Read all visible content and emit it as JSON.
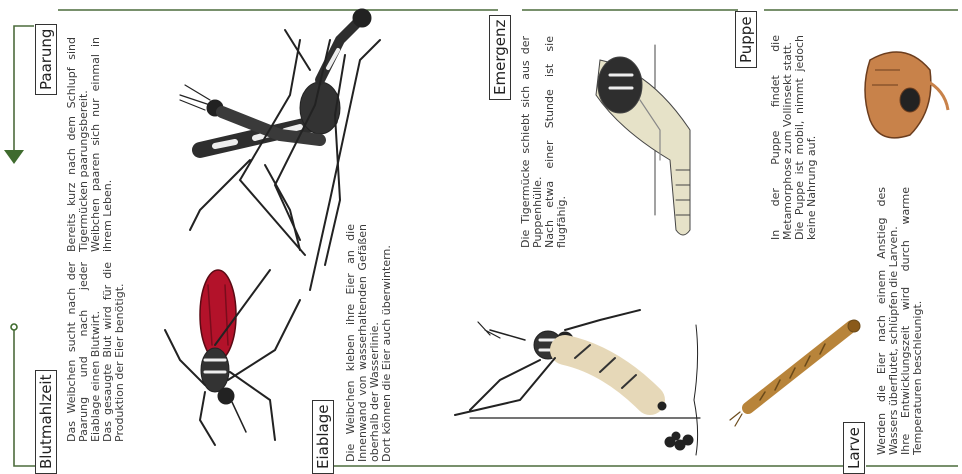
{
  "stages": [
    {
      "id": "paarung",
      "label": "Paarung",
      "paragraphs": [
        "Bereits kurz nach dem Schlupf sind Tigermücken paarungsbereit.",
        "Weibchen paaren sich nur einmal in ihrem Leben."
      ]
    },
    {
      "id": "blutmahlzeit",
      "label": "Blutmahlzeit",
      "paragraphs": [
        "Das Weibchen sucht nach der Paarung und nach jeder Eiablage einen Blutwirt.",
        "Das gesaugte Blut wird für die Produktion der Eier benötigt."
      ]
    },
    {
      "id": "eiablage",
      "label": "Eiablage",
      "paragraphs": [
        "Die Weibchen kleben ihre Eier an die Innenwand von wasserhaltenden Gefäßen oberhalb der Wasserlinie.",
        "Dort können die Eier auch überwintern."
      ]
    },
    {
      "id": "emergenz",
      "label": "Emergenz",
      "paragraphs": [
        "Die Tigermücke schiebt sich aus der Puppenhülle.",
        "Nach etwa einer Stunde ist sie flugfähig."
      ]
    },
    {
      "id": "puppe",
      "label": "Puppe",
      "paragraphs": [
        "In der Puppe findet die Metamorphose zum Vollinsekt statt.",
        "Die Puppe ist mobil, nimmt jedoch keine Nahrung auf."
      ]
    },
    {
      "id": "larve",
      "label": "Larve",
      "paragraphs": [
        "Werden die Eier nach einem Anstieg des Wassers überflutet, schlüpfen die Larven.",
        "Ihre Entwicklungszeit wird durch warme Temperaturen beschleunigt."
      ]
    }
  ],
  "colors": {
    "line": "#4c6b3c",
    "accent": "#3f6b2e",
    "blood": "#b3122a",
    "pupa": "#c8824a",
    "larva": "#b8843a"
  },
  "icons": [
    "mating-mosquitoes-illustration",
    "blood-feeding-mosquito-illustration",
    "egg-laying-mosquito-illustration",
    "emerging-mosquito-illustration",
    "pupa-illustration",
    "larva-illustration"
  ]
}
